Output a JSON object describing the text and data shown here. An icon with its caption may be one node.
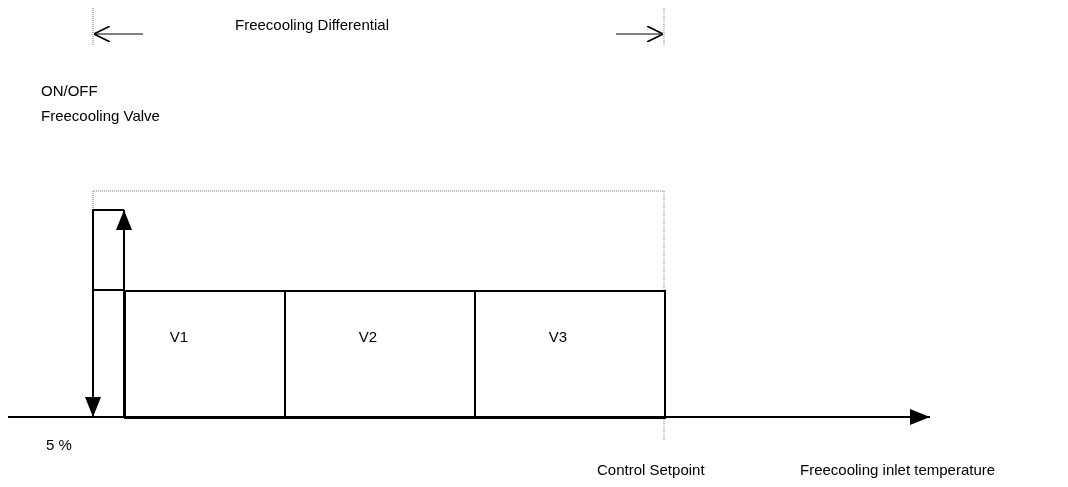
{
  "diagram": {
    "nodes": [
      {
        "text": [
          "V1"
        ]
      },
      {
        "text": [
          "V2"
        ]
      },
      {
        "text": [
          "V3"
        ]
      }
    ],
    "labels": [
      "Freecooling Differential",
      "ON/OFF Freecooling Valve",
      "5 %",
      "Control Setpoint",
      "Freecooling inlet temperature"
    ]
  }
}
